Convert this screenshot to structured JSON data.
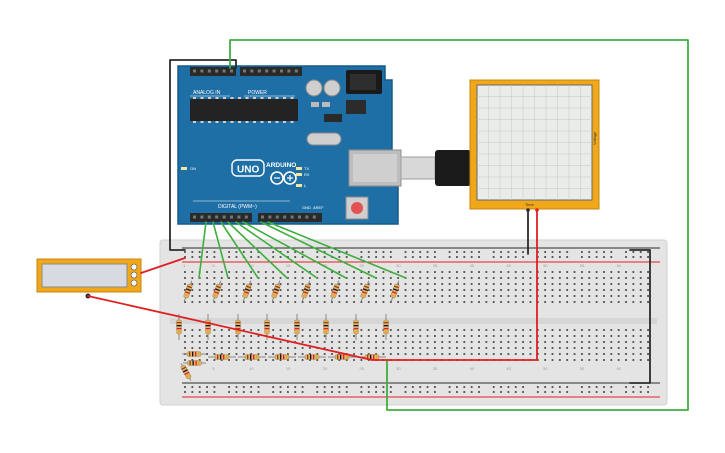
{
  "arduino": {
    "brand": "ARDUINO",
    "model": "UNO",
    "header_analog": "ANALOG IN",
    "header_power": "POWER",
    "header_digital": "DIGITAL (PWM~)",
    "label_on": "ON",
    "label_tx": "TX",
    "label_rx": "RX",
    "label_l": "L",
    "label_aref": "AREF",
    "label_gnd": "GND"
  },
  "oscilloscope": {
    "side_label": "Voltage",
    "time_label": "Time"
  },
  "breadboard": {
    "column_numbers": [
      "1",
      "5",
      "10",
      "15",
      "20",
      "25",
      "30",
      "35",
      "40",
      "45",
      "50",
      "55",
      "60"
    ]
  },
  "colors": {
    "arduino_blue": "#1e6fa6",
    "arduino_dark": "#155a8a",
    "breadboard": "#e6e6e6",
    "wire_green": "#3fae3f",
    "wire_red": "#e02020",
    "wire_black": "#2b2b2b",
    "oscilloscope_frame": "#f0a81a",
    "meter_frame": "#f0a81a"
  }
}
